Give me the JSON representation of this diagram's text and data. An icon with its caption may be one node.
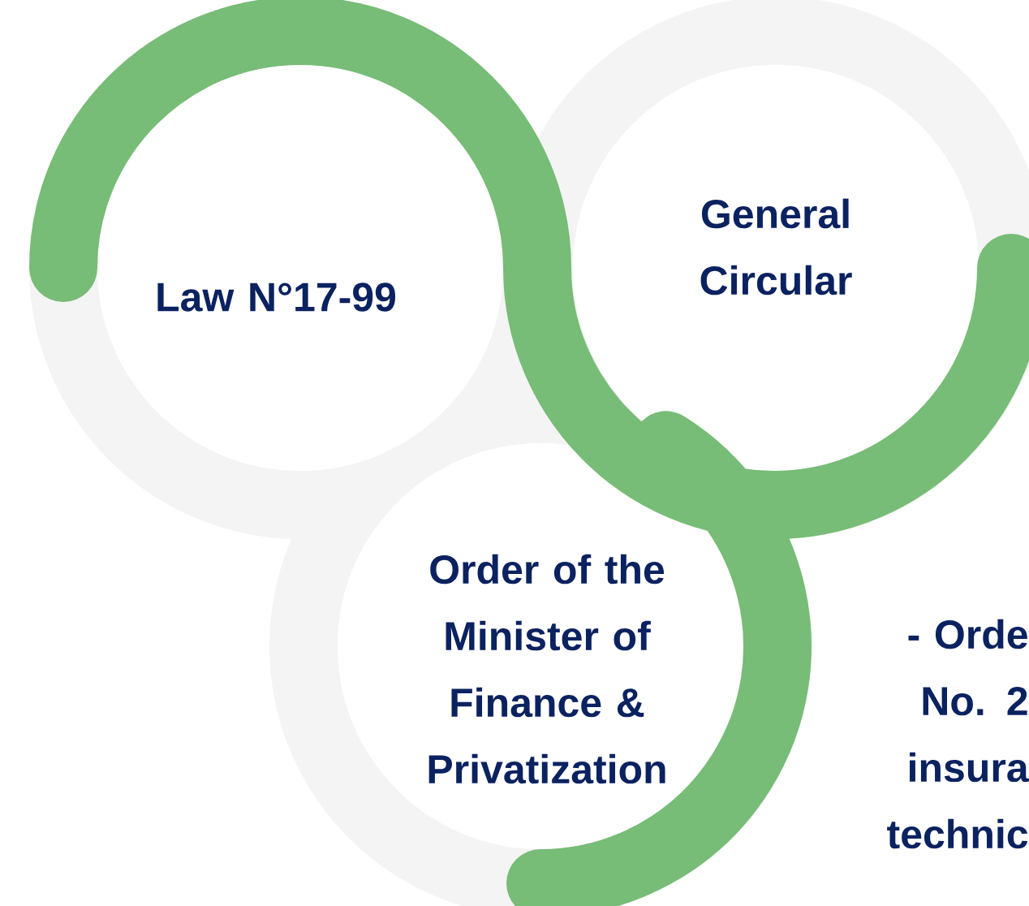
{
  "diagram": {
    "nodes": [
      {
        "text": [
          "Law N°17-99"
        ]
      },
      {
        "text": [
          "General Circular"
        ]
      },
      {
        "text": [
          "Order of the Minister of Finance & Privatization"
        ]
      }
    ],
    "labels": [
      "- Orde No. 2 insura technic"
    ]
  }
}
